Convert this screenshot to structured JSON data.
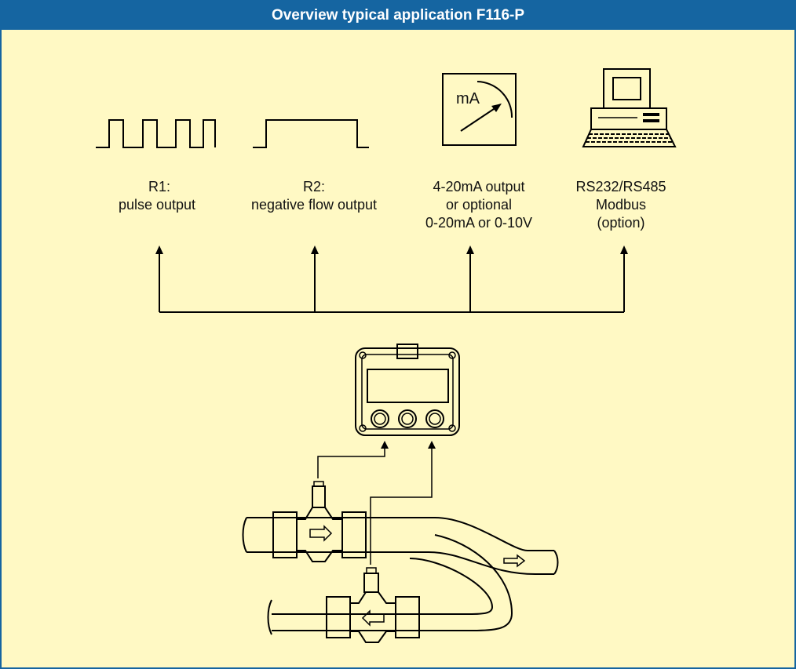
{
  "title": "Overview typical application F116-P",
  "colors": {
    "header": "#1565a1",
    "background": "#fff9c4"
  },
  "outputs": [
    {
      "id": "r1",
      "icon": "pulse-waveform-icon",
      "lines": [
        "R1:",
        "pulse output"
      ]
    },
    {
      "id": "r2",
      "icon": "step-waveform-icon",
      "lines": [
        "R2:",
        "negative flow output"
      ]
    },
    {
      "id": "analog",
      "icon": "milliamp-meter-icon",
      "meter_label": "mA",
      "lines": [
        "4-20mA output",
        "or optional",
        "0-20mA or 0-10V"
      ]
    },
    {
      "id": "comm",
      "icon": "computer-icon",
      "lines": [
        "RS232/RS485",
        "Modbus",
        "(option)"
      ]
    }
  ]
}
